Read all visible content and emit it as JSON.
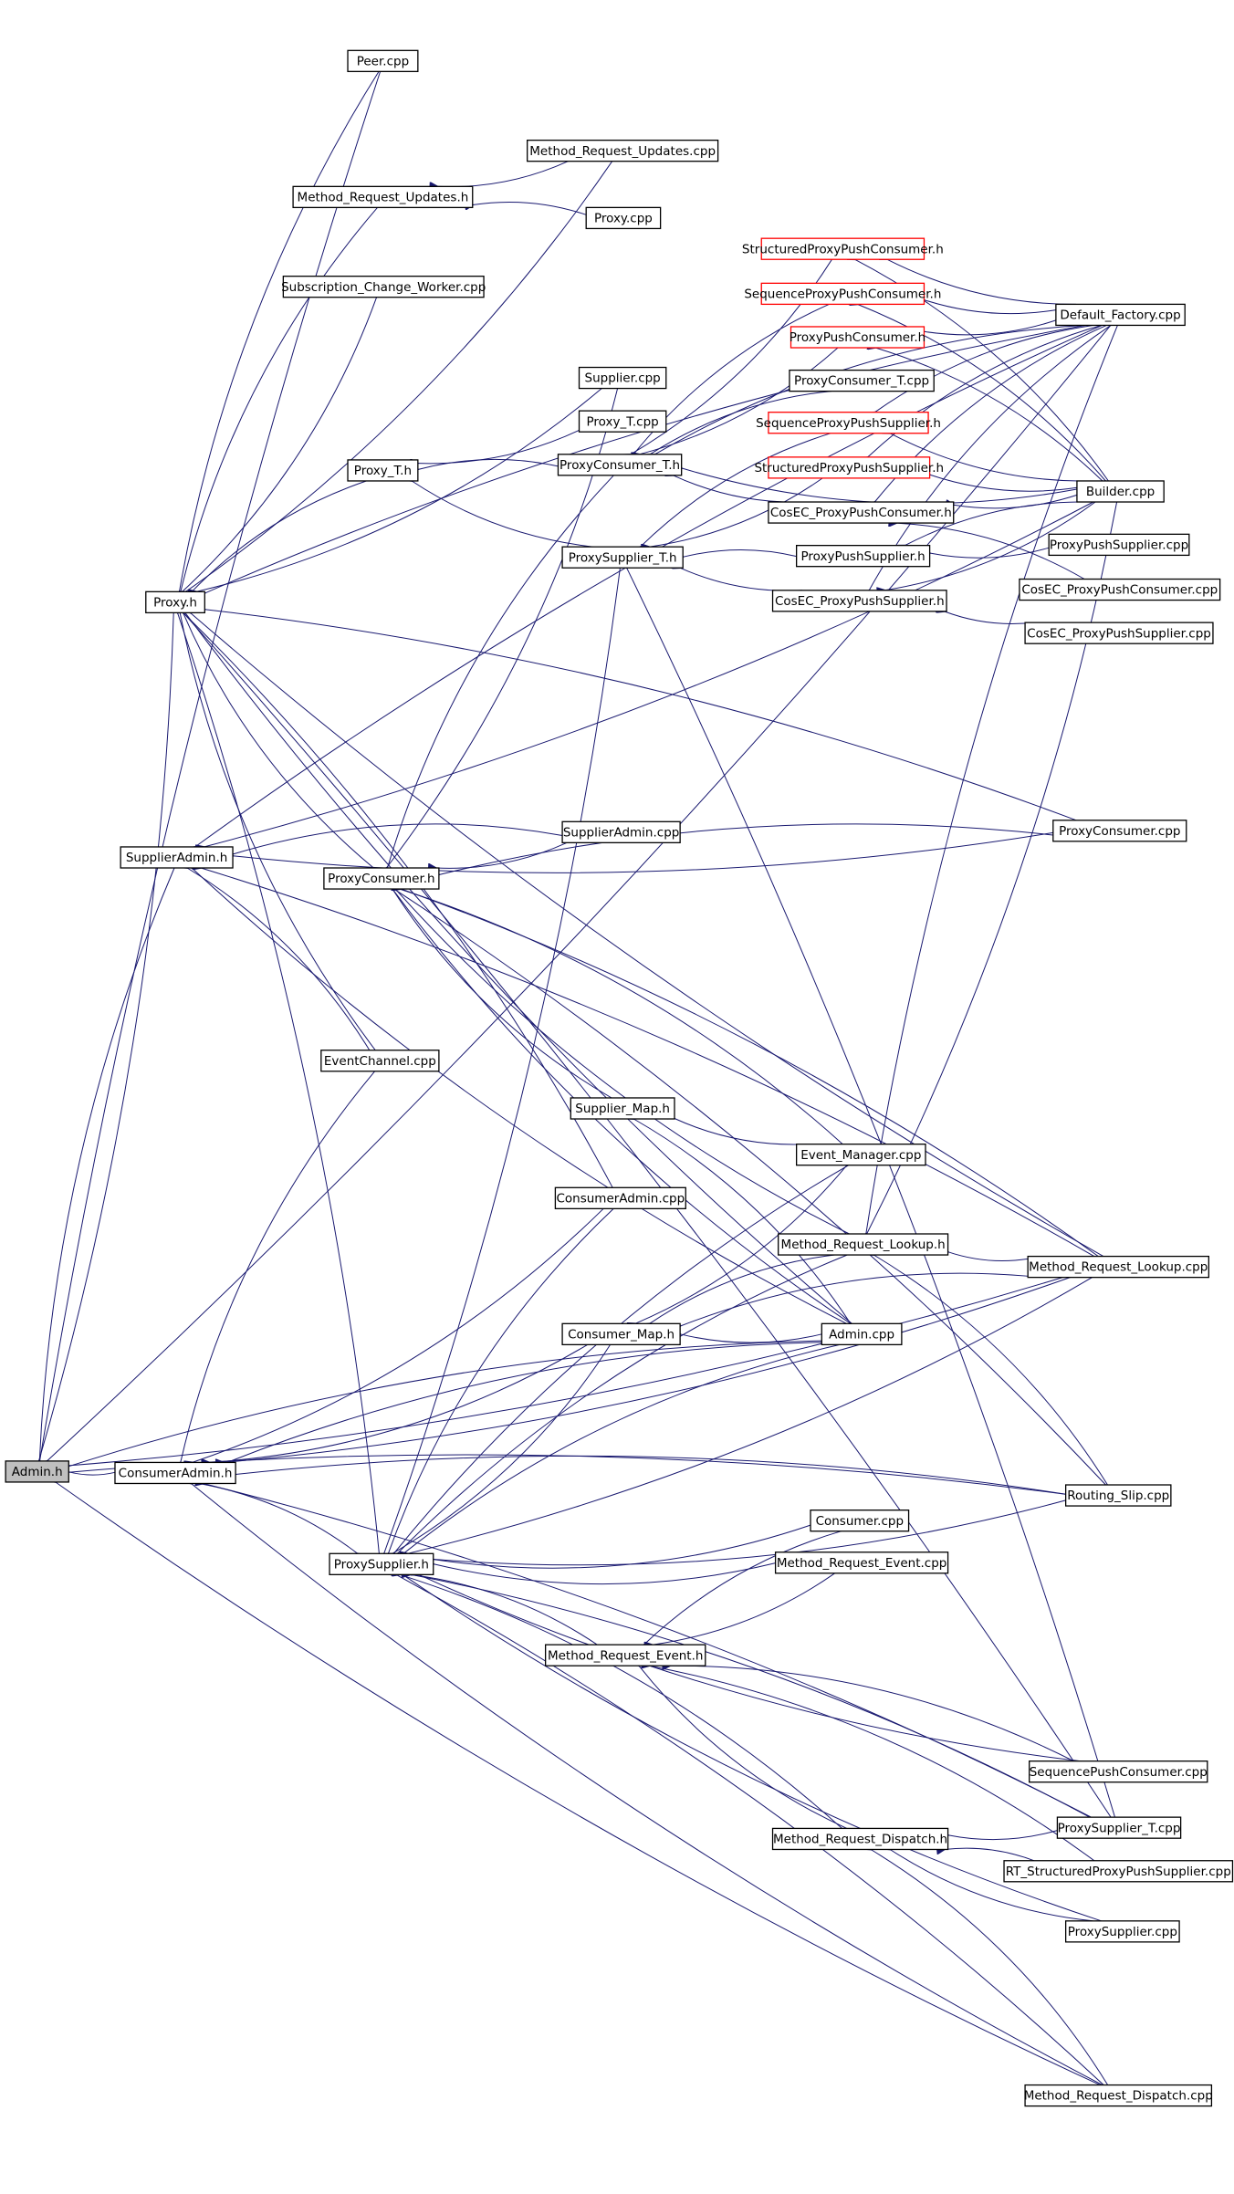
{
  "graph": {
    "root": "Admin.h",
    "nodes": [
      {
        "id": "admin_h",
        "label": "Admin.h",
        "style": "root"
      },
      {
        "id": "peer_cpp",
        "label": "Peer.cpp"
      },
      {
        "id": "mru_cpp",
        "label": "Method_Request_Updates.cpp"
      },
      {
        "id": "mru_h",
        "label": "Method_Request_Updates.h"
      },
      {
        "id": "proxy_cpp",
        "label": "Proxy.cpp"
      },
      {
        "id": "scw_cpp",
        "label": "Subscription_Change_Worker.cpp"
      },
      {
        "id": "sppc_h",
        "label": "StructuredProxyPushConsumer.h",
        "style": "red"
      },
      {
        "id": "seqppc_h",
        "label": "SequenceProxyPushConsumer.h",
        "style": "red"
      },
      {
        "id": "default_factory_cpp",
        "label": "Default_Factory.cpp"
      },
      {
        "id": "ppc_h",
        "label": "ProxyPushConsumer.h",
        "style": "red"
      },
      {
        "id": "supplier_cpp",
        "label": "Supplier.cpp"
      },
      {
        "id": "pct_cpp",
        "label": "ProxyConsumer_T.cpp"
      },
      {
        "id": "proxy_t_cpp",
        "label": "Proxy_T.cpp"
      },
      {
        "id": "seqpps_h",
        "label": "SequenceProxyPushSupplier.h",
        "style": "red"
      },
      {
        "id": "proxy_t_h",
        "label": "Proxy_T.h"
      },
      {
        "id": "pct_h",
        "label": "ProxyConsumer_T.h"
      },
      {
        "id": "spps_h",
        "label": "StructuredProxyPushSupplier.h",
        "style": "red"
      },
      {
        "id": "builder_cpp",
        "label": "Builder.cpp"
      },
      {
        "id": "cec_ppc_h",
        "label": "CosEC_ProxyPushConsumer.h"
      },
      {
        "id": "pps_cpp",
        "label": "ProxyPushSupplier.cpp"
      },
      {
        "id": "pst_h",
        "label": "ProxySupplier_T.h"
      },
      {
        "id": "pps_h",
        "label": "ProxyPushSupplier.h"
      },
      {
        "id": "cec_ppc_cpp",
        "label": "CosEC_ProxyPushConsumer.cpp"
      },
      {
        "id": "proxy_h",
        "label": "Proxy.h"
      },
      {
        "id": "cec_pps_h",
        "label": "CosEC_ProxyPushSupplier.h"
      },
      {
        "id": "cec_pps_cpp",
        "label": "CosEC_ProxyPushSupplier.cpp"
      },
      {
        "id": "supplier_admin_cpp",
        "label": "SupplierAdmin.cpp"
      },
      {
        "id": "proxy_consumer_cpp",
        "label": "ProxyConsumer.cpp"
      },
      {
        "id": "supplier_admin_h",
        "label": "SupplierAdmin.h"
      },
      {
        "id": "proxy_consumer_h",
        "label": "ProxyConsumer.h"
      },
      {
        "id": "event_channel_cpp",
        "label": "EventChannel.cpp"
      },
      {
        "id": "supplier_map_h",
        "label": "Supplier_Map.h"
      },
      {
        "id": "event_manager_cpp",
        "label": "Event_Manager.cpp"
      },
      {
        "id": "consumer_admin_cpp",
        "label": "ConsumerAdmin.cpp"
      },
      {
        "id": "mrl_h",
        "label": "Method_Request_Lookup.h"
      },
      {
        "id": "mrl_cpp",
        "label": "Method_Request_Lookup.cpp"
      },
      {
        "id": "consumer_map_h",
        "label": "Consumer_Map.h"
      },
      {
        "id": "admin_cpp",
        "label": "Admin.cpp"
      },
      {
        "id": "consumer_admin_h",
        "label": "ConsumerAdmin.h"
      },
      {
        "id": "routing_slip_cpp",
        "label": "Routing_Slip.cpp"
      },
      {
        "id": "consumer_cpp",
        "label": "Consumer.cpp"
      },
      {
        "id": "proxy_supplier_h",
        "label": "ProxySupplier.h"
      },
      {
        "id": "mre_cpp",
        "label": "Method_Request_Event.cpp"
      },
      {
        "id": "mre_h",
        "label": "Method_Request_Event.h"
      },
      {
        "id": "seq_push_consumer_cpp",
        "label": "SequencePushConsumer.cpp"
      },
      {
        "id": "pst_cpp",
        "label": "ProxySupplier_T.cpp"
      },
      {
        "id": "mrd_h",
        "label": "Method_Request_Dispatch.h"
      },
      {
        "id": "rt_spps_cpp",
        "label": "RT_StructuredProxyPushSupplier.cpp"
      },
      {
        "id": "proxy_supplier_cpp",
        "label": "ProxySupplier.cpp"
      },
      {
        "id": "mrd_cpp",
        "label": "Method_Request_Dispatch.cpp"
      }
    ],
    "edges": [
      [
        "proxy_h",
        "admin_h"
      ],
      [
        "supplier_admin_h",
        "admin_h"
      ],
      [
        "consumer_admin_h",
        "admin_h"
      ],
      [
        "peer_cpp",
        "admin_h"
      ],
      [
        "default_factory_cpp",
        "admin_h"
      ],
      [
        "admin_cpp",
        "admin_h"
      ],
      [
        "mrl_cpp",
        "admin_h"
      ],
      [
        "routing_slip_cpp",
        "admin_h"
      ],
      [
        "mrd_cpp",
        "admin_h"
      ],
      [
        "peer_cpp",
        "proxy_h"
      ],
      [
        "mru_cpp",
        "proxy_h"
      ],
      [
        "mru_h",
        "proxy_h"
      ],
      [
        "scw_cpp",
        "proxy_h"
      ],
      [
        "default_factory_cpp",
        "proxy_h"
      ],
      [
        "supplier_cpp",
        "proxy_h"
      ],
      [
        "proxy_t_h",
        "proxy_h"
      ],
      [
        "proxy_consumer_h",
        "proxy_h"
      ],
      [
        "proxy_supplier_h",
        "proxy_h"
      ],
      [
        "event_channel_cpp",
        "proxy_h"
      ],
      [
        "consumer_admin_cpp",
        "proxy_h"
      ],
      [
        "admin_cpp",
        "proxy_h"
      ],
      [
        "proxy_consumer_cpp",
        "proxy_h"
      ],
      [
        "mrl_cpp",
        "proxy_h"
      ],
      [
        "pst_cpp",
        "proxy_h"
      ],
      [
        "mru_cpp",
        "mru_h"
      ],
      [
        "proxy_cpp",
        "mru_h"
      ],
      [
        "default_factory_cpp",
        "sppc_h"
      ],
      [
        "builder_cpp",
        "sppc_h"
      ],
      [
        "default_factory_cpp",
        "seqppc_h"
      ],
      [
        "builder_cpp",
        "seqppc_h"
      ],
      [
        "default_factory_cpp",
        "ppc_h"
      ],
      [
        "builder_cpp",
        "ppc_h"
      ],
      [
        "sppc_h",
        "pct_h"
      ],
      [
        "seqppc_h",
        "pct_h"
      ],
      [
        "ppc_h",
        "pct_h"
      ],
      [
        "pct_cpp",
        "pct_h"
      ],
      [
        "cec_ppc_h",
        "pct_h"
      ],
      [
        "default_factory_cpp",
        "pct_h"
      ],
      [
        "builder_cpp",
        "pct_h"
      ],
      [
        "default_factory_cpp",
        "seqpps_h"
      ],
      [
        "builder_cpp",
        "seqpps_h"
      ],
      [
        "default_factory_cpp",
        "spps_h"
      ],
      [
        "builder_cpp",
        "spps_h"
      ],
      [
        "seqpps_h",
        "pst_h"
      ],
      [
        "spps_h",
        "pst_h"
      ],
      [
        "pps_h",
        "pst_h"
      ],
      [
        "cec_pps_h",
        "pst_h"
      ],
      [
        "pst_cpp",
        "pst_h"
      ],
      [
        "proxy_t_cpp",
        "proxy_t_h"
      ],
      [
        "pct_h",
        "proxy_t_h"
      ],
      [
        "pst_h",
        "proxy_t_h"
      ],
      [
        "default_factory_cpp",
        "cec_ppc_h"
      ],
      [
        "builder_cpp",
        "cec_ppc_h"
      ],
      [
        "cec_ppc_cpp",
        "cec_ppc_h"
      ],
      [
        "pps_cpp",
        "pps_h"
      ],
      [
        "builder_cpp",
        "pps_h"
      ],
      [
        "builder_cpp",
        "cec_pps_h"
      ],
      [
        "default_factory_cpp",
        "cec_pps_h"
      ],
      [
        "cec_pps_cpp",
        "cec_pps_h"
      ],
      [
        "supplier_admin_cpp",
        "supplier_admin_h"
      ],
      [
        "proxy_consumer_cpp",
        "supplier_admin_h"
      ],
      [
        "event_channel_cpp",
        "supplier_admin_h"
      ],
      [
        "builder_cpp",
        "supplier_admin_h"
      ],
      [
        "mrl_cpp",
        "supplier_admin_h"
      ],
      [
        "admin_cpp",
        "supplier_admin_h"
      ],
      [
        "default_factory_cpp",
        "supplier_admin_h"
      ],
      [
        "supplier_cpp",
        "proxy_consumer_h"
      ],
      [
        "pct_h",
        "proxy_consumer_h"
      ],
      [
        "supplier_admin_cpp",
        "proxy_consumer_h"
      ],
      [
        "proxy_consumer_cpp",
        "proxy_consumer_h"
      ],
      [
        "supplier_map_h",
        "proxy_consumer_h"
      ],
      [
        "event_manager_cpp",
        "proxy_consumer_h"
      ],
      [
        "mrl_h",
        "proxy_consumer_h"
      ],
      [
        "mrl_cpp",
        "proxy_consumer_h"
      ],
      [
        "admin_cpp",
        "proxy_consumer_h"
      ],
      [
        "routing_slip_cpp",
        "proxy_consumer_h"
      ],
      [
        "event_manager_cpp",
        "supplier_map_h"
      ],
      [
        "admin_cpp",
        "supplier_map_h"
      ],
      [
        "consumer_map_h",
        "consumer_admin_h"
      ],
      [
        "event_channel_cpp",
        "consumer_admin_h"
      ],
      [
        "consumer_admin_cpp",
        "consumer_admin_h"
      ],
      [
        "admin_cpp",
        "consumer_admin_h"
      ],
      [
        "mrl_cpp",
        "consumer_admin_h"
      ],
      [
        "routing_slip_cpp",
        "consumer_admin_h"
      ],
      [
        "mrd_cpp",
        "consumer_admin_h"
      ],
      [
        "pst_cpp",
        "consumer_admin_h"
      ],
      [
        "event_manager_cpp",
        "consumer_map_h"
      ],
      [
        "mrl_h",
        "consumer_map_h"
      ],
      [
        "admin_cpp",
        "consumer_map_h"
      ],
      [
        "mrl_cpp",
        "consumer_map_h"
      ],
      [
        "mrl_cpp",
        "mrl_h"
      ],
      [
        "default_factory_cpp",
        "mrl_h"
      ],
      [
        "builder_cpp",
        "mrl_h"
      ],
      [
        "routing_slip_cpp",
        "mrl_h"
      ],
      [
        "pst_h",
        "proxy_supplier_h"
      ],
      [
        "consumer_admin_cpp",
        "proxy_supplier_h"
      ],
      [
        "consumer_map_h",
        "proxy_supplier_h"
      ],
      [
        "mrl_h",
        "proxy_supplier_h"
      ],
      [
        "consumer_cpp",
        "proxy_supplier_h"
      ],
      [
        "mre_h",
        "proxy_supplier_h"
      ],
      [
        "mre_cpp",
        "proxy_supplier_h"
      ],
      [
        "mrd_h",
        "proxy_supplier_h"
      ],
      [
        "seq_push_consumer_cpp",
        "proxy_supplier_h"
      ],
      [
        "pst_cpp",
        "proxy_supplier_h"
      ],
      [
        "proxy_supplier_cpp",
        "proxy_supplier_h"
      ],
      [
        "mrd_cpp",
        "proxy_supplier_h"
      ],
      [
        "routing_slip_cpp",
        "proxy_supplier_h"
      ],
      [
        "admin_cpp",
        "proxy_supplier_h"
      ],
      [
        "mrl_cpp",
        "proxy_supplier_h"
      ],
      [
        "event_manager_cpp",
        "proxy_supplier_h"
      ],
      [
        "consumer_admin_h",
        "proxy_supplier_h"
      ],
      [
        "consumer_cpp",
        "mre_h"
      ],
      [
        "mre_cpp",
        "mre_h"
      ],
      [
        "seq_push_consumer_cpp",
        "mre_h"
      ],
      [
        "mrd_h",
        "mre_h"
      ],
      [
        "rt_spps_cpp",
        "mre_h"
      ],
      [
        "pst_cpp",
        "mrd_h"
      ],
      [
        "rt_spps_cpp",
        "mrd_h"
      ],
      [
        "proxy_supplier_cpp",
        "mrd_h"
      ],
      [
        "mrd_cpp",
        "mrd_h"
      ]
    ]
  }
}
